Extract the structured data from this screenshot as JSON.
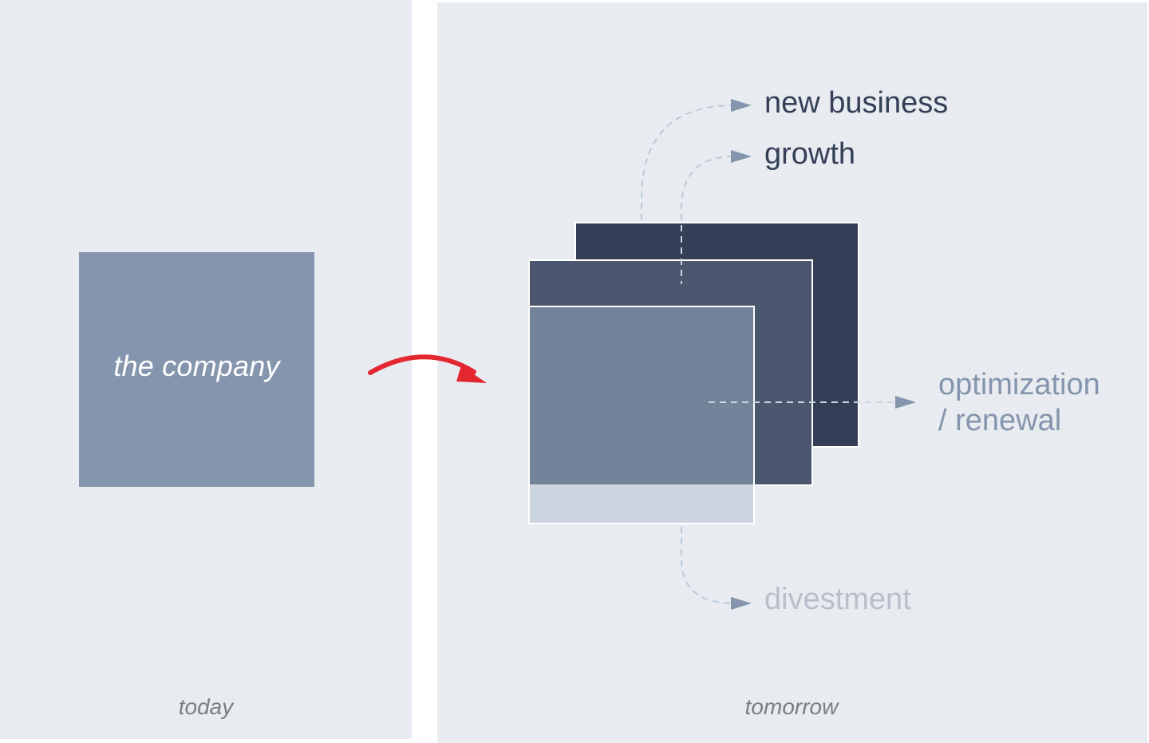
{
  "today": {
    "company_label": "the company",
    "caption": "today"
  },
  "tomorrow": {
    "caption": "tomorrow",
    "outcomes": {
      "new_business": "new business",
      "growth": "growth",
      "optimization_line1": "optimization",
      "optimization_line2": "/ renewal",
      "divestment": "divestment"
    }
  },
  "colors": {
    "panel_background": "#e8ebf0",
    "company_box": "#8495ad",
    "layer_back": "#343f57",
    "layer_middle": "#4a576f",
    "layer_front": "#738399",
    "layer_front_strip": "#ccd5df",
    "transition_arrow": "#e32630",
    "dashed_connector": "#b9cbdb",
    "arrowhead": "#8495ad"
  },
  "icons": {
    "transition": "curved-arrow-icon",
    "connector": "dashed-arrow-icon"
  }
}
